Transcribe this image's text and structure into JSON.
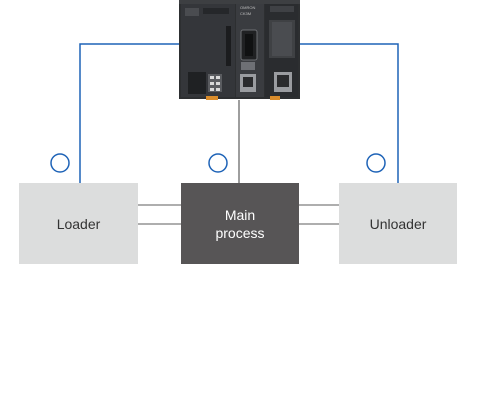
{
  "diagram": {
    "controller": {
      "brand_text": "OMRON",
      "model_text": "CK3M"
    },
    "nodes": {
      "loader": "Loader",
      "main_process": "Main\nprocess",
      "unloader": "Unloader"
    },
    "colors": {
      "network_line": "#1e63b7",
      "station_circle": "#1e63b7",
      "connector_line": "#7d7d7d",
      "side_box_fill": "#dcdddd",
      "main_box_fill": "#575556",
      "controller_body": "#2d2f31"
    }
  }
}
